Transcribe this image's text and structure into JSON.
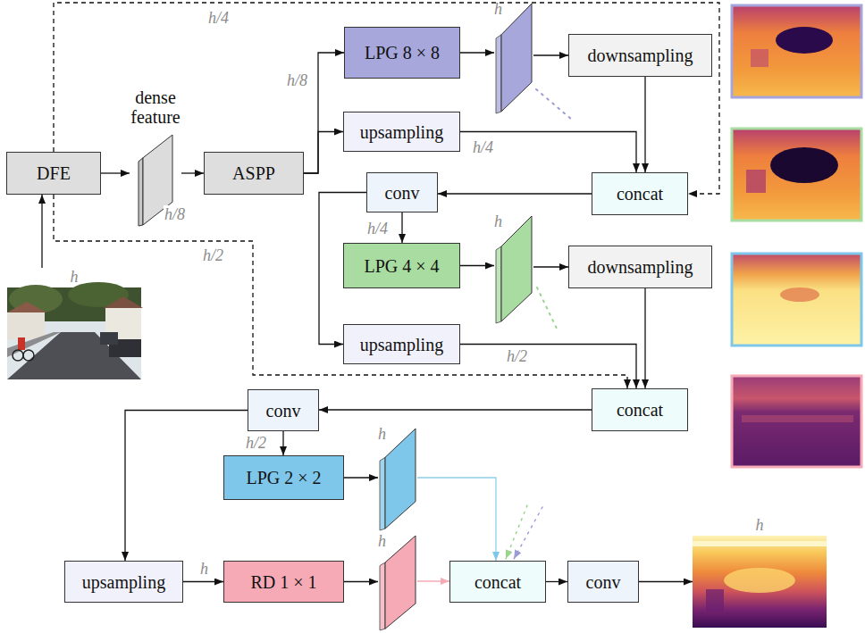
{
  "diagram": {
    "nodes": [
      {
        "text": [
          "h"
        ]
      },
      {
        "text": [
          "DFE"
        ]
      },
      {
        "text": [
          "dense feature"
        ]
      },
      {
        "text": [
          "ASPP"
        ]
      },
      {
        "text": [
          "LPG 8 × 8"
        ]
      },
      {
        "text": [
          "h"
        ]
      },
      {
        "text": [
          "downsampling"
        ]
      },
      {
        "text": [
          "upsampling"
        ]
      },
      {
        "text": [
          "concat"
        ]
      },
      {
        "text": [
          "conv"
        ]
      },
      {
        "text": [
          "LPG 4 × 4"
        ]
      },
      {
        "text": [
          "h"
        ]
      },
      {
        "text": [
          "downsampling"
        ]
      },
      {
        "text": [
          "upsampling"
        ]
      },
      {
        "text": [
          "concat"
        ]
      },
      {
        "text": [
          "conv"
        ]
      },
      {
        "text": [
          "LPG 2 × 2"
        ]
      },
      {
        "text": [
          "h"
        ]
      },
      {
        "text": [
          "upsampling"
        ]
      },
      {
        "text": [
          "RD 1 × 1"
        ]
      },
      {
        "text": [
          "h"
        ]
      },
      {
        "text": [
          "concat"
        ]
      },
      {
        "text": [
          "conv"
        ]
      },
      {
        "text": [
          "h"
        ]
      }
    ],
    "edges": [
      {
        "from": 0,
        "to": 1,
        "arrow": "to"
      },
      {
        "from": 1,
        "to": 2,
        "arrow": "to"
      },
      {
        "from": 2,
        "to": 3,
        "arrow": "to"
      },
      {
        "from": 3,
        "to": 4,
        "label": "h/8",
        "arrow": "to"
      },
      {
        "from": 3,
        "to": 7,
        "arrow": "to"
      },
      {
        "from": 4,
        "to": 5,
        "arrow": "to"
      },
      {
        "from": 5,
        "to": 6,
        "arrow": "to"
      },
      {
        "from": 6,
        "to": 8,
        "arrow": "to"
      },
      {
        "from": 7,
        "to": 8,
        "label": "h/4",
        "arrow": "to"
      },
      {
        "from": 1,
        "to": 8,
        "label": "h/4",
        "arrow": "to"
      },
      {
        "from": 8,
        "to": 9,
        "arrow": "to"
      },
      {
        "from": 9,
        "to": 10,
        "label": "h/4",
        "arrow": "to"
      },
      {
        "from": 9,
        "to": 13,
        "arrow": "to"
      },
      {
        "from": 10,
        "to": 11,
        "arrow": "to"
      },
      {
        "from": 11,
        "to": 12,
        "arrow": "to"
      },
      {
        "from": 12,
        "to": 14,
        "arrow": "to"
      },
      {
        "from": 13,
        "to": 14,
        "label": "h/2",
        "arrow": "to"
      },
      {
        "from": 1,
        "to": 14,
        "label": "h/2",
        "arrow": "to"
      },
      {
        "from": 14,
        "to": 15,
        "arrow": "to"
      },
      {
        "from": 15,
        "to": 16,
        "label": "h/2",
        "arrow": "to"
      },
      {
        "from": 15,
        "to": 18,
        "arrow": "to"
      },
      {
        "from": 18,
        "to": 19,
        "label": "h",
        "arrow": "to"
      },
      {
        "from": 16,
        "to": 17,
        "arrow": "to"
      },
      {
        "from": 17,
        "to": 21,
        "arrow": "to"
      },
      {
        "from": 19,
        "to": 20,
        "arrow": "to"
      },
      {
        "from": 20,
        "to": 21,
        "arrow": "to"
      },
      {
        "from": 21,
        "to": 22,
        "arrow": "to"
      },
      {
        "from": 22,
        "to": 23,
        "arrow": "to"
      }
    ],
    "labels": [
      "h/8"
    ]
  }
}
